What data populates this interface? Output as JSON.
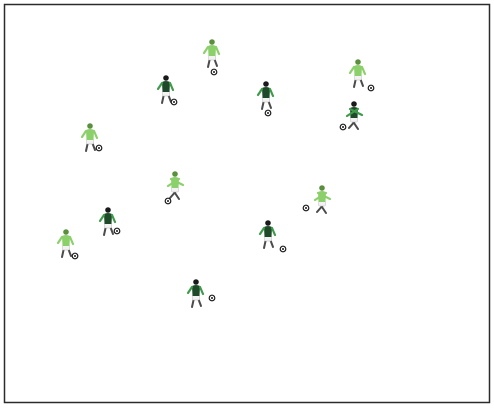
{
  "drill": {
    "player_count": 12,
    "ball_count": 12,
    "colors": {
      "light_kit": "#8bd06a",
      "dark_kit": "#1f4a2a",
      "dark_kit_accent": "#3f9a4a",
      "shorts": "#f2f2f2",
      "field_border": "#2b2b2b",
      "field_fill": "#ffffff",
      "ball": "#ffffff",
      "ball_outline": "#1a1a1a"
    },
    "players": [
      {
        "id": "p1",
        "kit": "light",
        "icon": "player-light-icon"
      },
      {
        "id": "p2",
        "kit": "dark",
        "icon": "player-dark-icon"
      },
      {
        "id": "p3",
        "kit": "dark",
        "icon": "player-dark-icon"
      },
      {
        "id": "p4",
        "kit": "light",
        "icon": "player-light-icon"
      },
      {
        "id": "p5",
        "kit": "dark",
        "icon": "player-dark-icon"
      },
      {
        "id": "p6",
        "kit": "light",
        "icon": "player-light-icon"
      },
      {
        "id": "p7",
        "kit": "light",
        "icon": "player-light-icon"
      },
      {
        "id": "p8",
        "kit": "light",
        "icon": "player-light-icon"
      },
      {
        "id": "p9",
        "kit": "dark",
        "icon": "player-dark-icon"
      },
      {
        "id": "p10",
        "kit": "light",
        "icon": "player-light-icon"
      },
      {
        "id": "p11",
        "kit": "dark",
        "icon": "player-dark-icon"
      },
      {
        "id": "p12",
        "kit": "dark",
        "icon": "player-dark-icon"
      }
    ]
  }
}
